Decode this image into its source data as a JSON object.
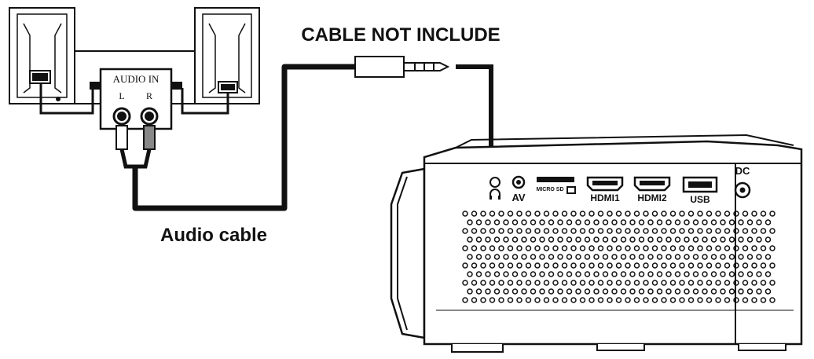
{
  "callouts": {
    "cable_note": "CABLE NOT INCLUDE",
    "audio_cable": "Audio cable"
  },
  "speakers": {
    "input_label": "AUDIO IN",
    "left_channel": "L",
    "right_channel": "R"
  },
  "projector_ports": {
    "av": "AV",
    "micro_sd": "MICRO SD",
    "hdmi1": "HDMI1",
    "hdmi2": "HDMI2",
    "usb": "USB",
    "dc": "DC"
  },
  "icons": {
    "headphone": "headphone-icon"
  },
  "colors": {
    "ink": "#111111",
    "background": "#ffffff"
  }
}
